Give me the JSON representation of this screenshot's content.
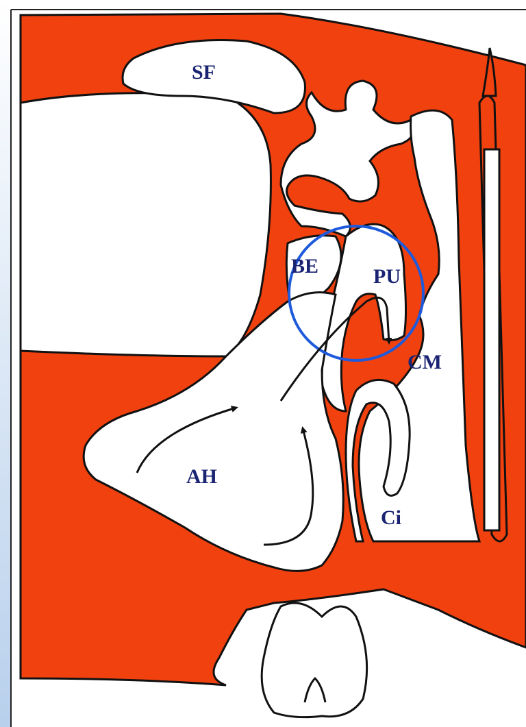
{
  "colors": {
    "bone": "#f0410f",
    "outline": "#111111",
    "cavity": "#ffffff",
    "label": "#1a2472",
    "circle": "#1e5adc",
    "arrow": "#111111",
    "border_gradient_top": "#ffffff",
    "border_gradient_bottom": "#b8d0ec"
  },
  "labels": {
    "sf": "SF",
    "be": "BE",
    "pu": "PU",
    "cm": "CM",
    "ah": "AH",
    "ci": "Ci"
  }
}
